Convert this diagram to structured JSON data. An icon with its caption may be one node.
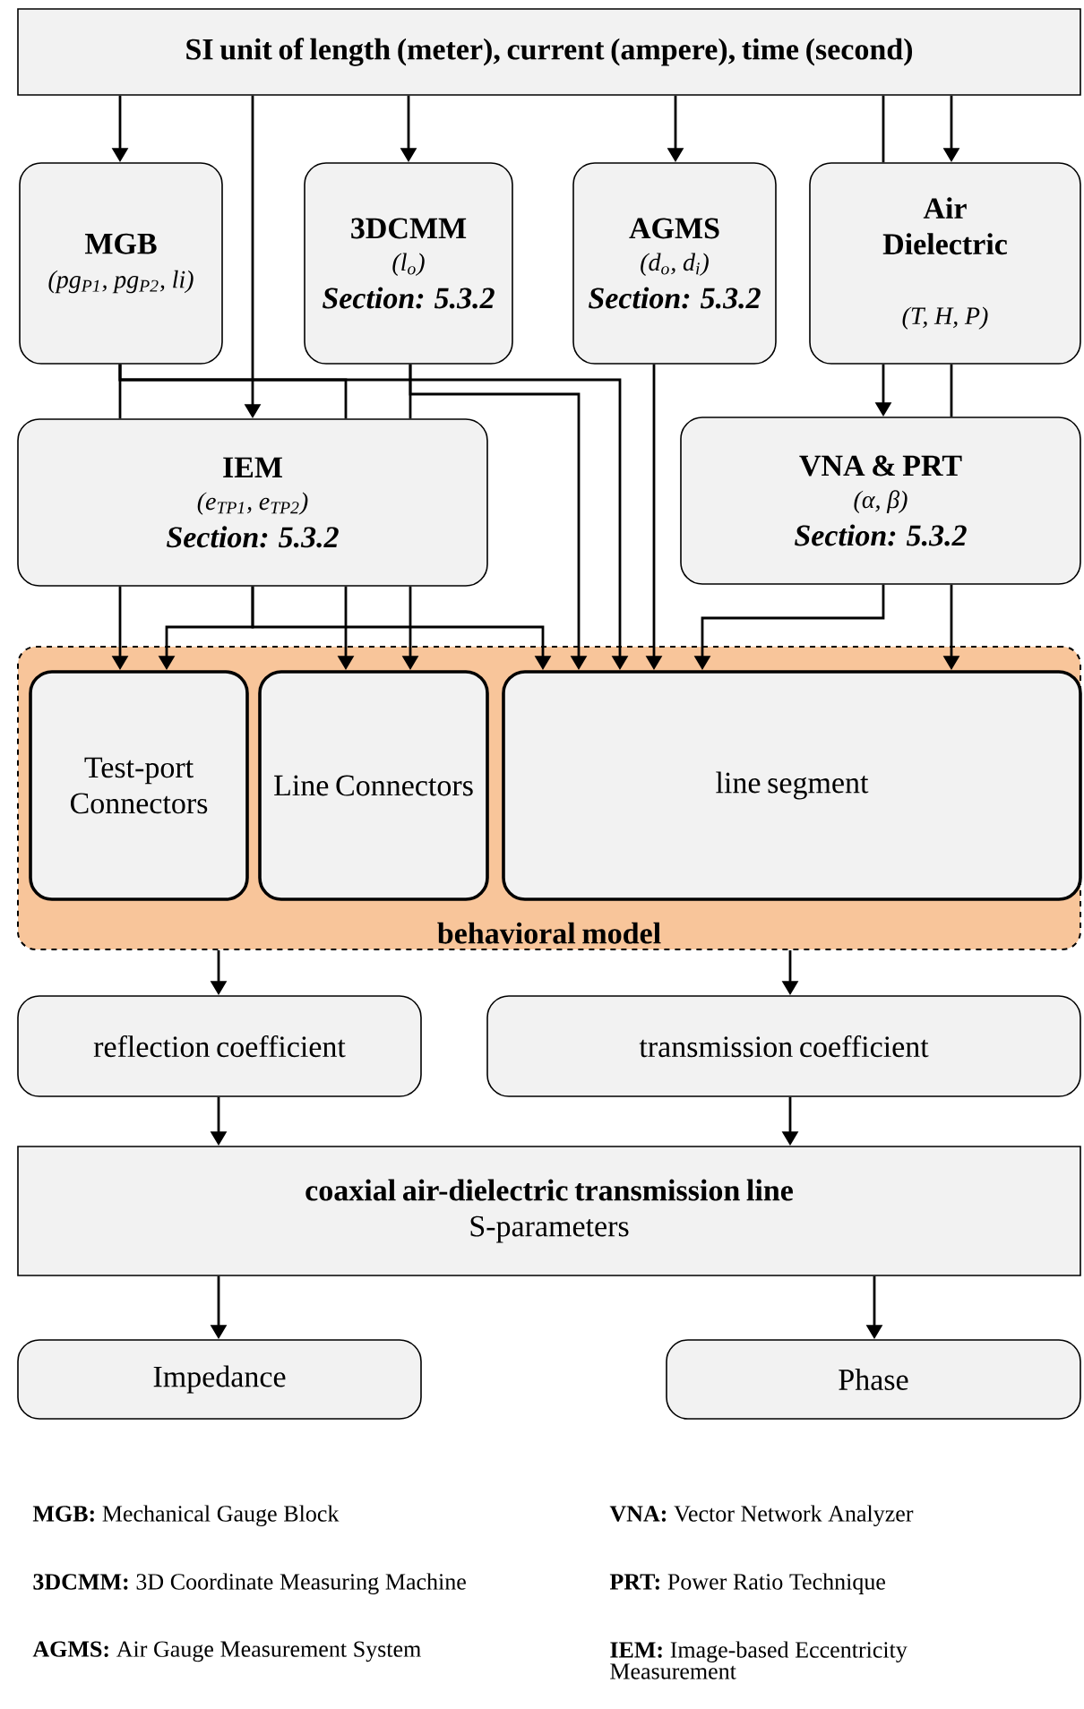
{
  "diagram": {
    "nodes": [
      {
        "text": [
          "SI unit of length (meter), current (ampere), time (second)"
        ]
      },
      {
        "text": [
          "MGB",
          "(pg$_{P1}$, pg$_{P2}$, li)"
        ]
      },
      {
        "text": [
          "3DCMM",
          "(l$_{o}$)",
          "Section: 5.3.2"
        ]
      },
      {
        "text": [
          "AGMS",
          "(d$_{o}$, d$_{i}$)",
          "Section: 5.3.2"
        ]
      },
      {
        "text": [
          "Air Dielectric",
          "(T, H, P)"
        ]
      },
      {
        "text": [
          "IEM",
          "(e$_{TP1}$, e$_{TP2}$)",
          "Section: 5.3.2"
        ]
      },
      {
        "text": [
          "VNA & PRT",
          "(α, β)",
          "Section: 5.3.2"
        ]
      },
      {
        "text": [
          "behavioral model"
        ]
      },
      {
        "text": [
          "Test-port Connectors"
        ],
        "in": 7
      },
      {
        "text": [
          "Line Connectors"
        ],
        "in": 7
      },
      {
        "text": [
          "line segment"
        ],
        "in": 7
      },
      {
        "text": [
          "reflection coefficient"
        ]
      },
      {
        "text": [
          "transmission coefficient"
        ]
      },
      {
        "text": [
          "coaxial air-dielectric transmission line",
          "S-parameters"
        ]
      },
      {
        "text": [
          "Impedance"
        ]
      },
      {
        "text": [
          "Phase"
        ]
      }
    ],
    "edges": [
      {
        "from": 0,
        "to": 1,
        "arrow": "to"
      },
      {
        "from": 0,
        "to": 5,
        "arrow": "to"
      },
      {
        "from": 0,
        "to": 2,
        "arrow": "to"
      },
      {
        "from": 0,
        "to": 3,
        "arrow": "to"
      },
      {
        "from": 0,
        "to": 4,
        "arrow": "none"
      },
      {
        "from": 0,
        "to": 4,
        "arrow": "to"
      },
      {
        "from": 1,
        "to": 5,
        "arrow": "none"
      },
      {
        "from": 1,
        "to": 10,
        "arrow": "to"
      },
      {
        "from": 1,
        "to": 5,
        "arrow": "none"
      },
      {
        "from": 2,
        "to": 5,
        "arrow": "none"
      },
      {
        "from": 2,
        "to": 10,
        "arrow": "to"
      },
      {
        "from": 3,
        "to": 10,
        "arrow": "to"
      },
      {
        "from": 4,
        "to": 6,
        "arrow": "to"
      },
      {
        "from": 4,
        "to": 6,
        "arrow": "none"
      },
      {
        "from": 5,
        "to": 8,
        "arrow": "to"
      },
      {
        "from": 5,
        "to": 9,
        "arrow": "to"
      },
      {
        "from": 5,
        "to": 9,
        "arrow": "to"
      },
      {
        "from": 5,
        "to": 8,
        "arrow": "to"
      },
      {
        "from": 5,
        "to": 10,
        "arrow": "to"
      },
      {
        "from": 6,
        "to": 10,
        "arrow": "to"
      },
      {
        "from": 6,
        "to": 10,
        "arrow": "to"
      },
      {
        "from": 7,
        "to": 11,
        "arrow": "to"
      },
      {
        "from": 7,
        "to": 12,
        "arrow": "to"
      },
      {
        "from": 11,
        "to": 13,
        "arrow": "to"
      },
      {
        "from": 12,
        "to": 13,
        "arrow": "to"
      },
      {
        "from": 13,
        "to": 14,
        "arrow": "to"
      },
      {
        "from": 13,
        "to": 15,
        "arrow": "to"
      }
    ],
    "labels": [
      "**MGB:** Mechanical Gauge Block",
      "**VNA:** Vector Network Analyzer",
      "**3DCMM:** 3D Coordinate Measuring Machine",
      "**PRT:** Power Ratio Technique",
      "**AGMS:** Air Gauge Measurement System",
      "**IEM:** Image-based Eccentricity Measurement"
    ]
  }
}
